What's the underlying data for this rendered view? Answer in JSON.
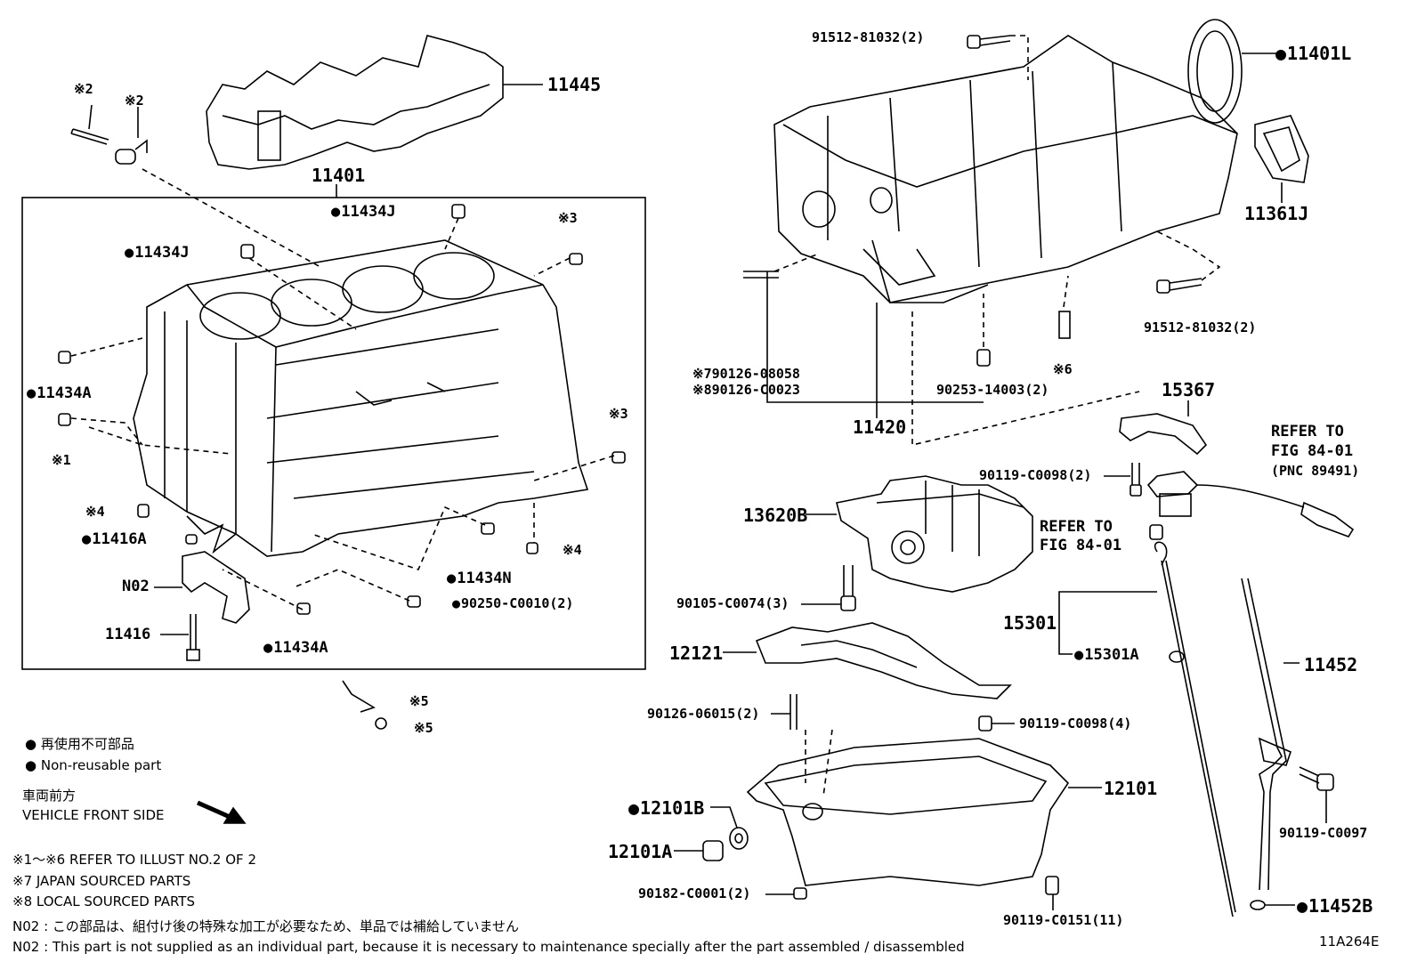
{
  "parts": {
    "p11445": "11445",
    "p11401": "11401",
    "p11434J_top": "11434J",
    "p11434J_left": "11434J",
    "p11434A_left": "11434A",
    "p11434A_bottom": "11434A",
    "p11434N": "11434N",
    "p11416A": "11416A",
    "p11416": "11416",
    "pN02": "N02",
    "p90250": "90250-C0010(2)",
    "p91512_top": "91512-81032(2)",
    "p91512_right": "91512-81032(2)",
    "p11401L": "11401L",
    "p11361J": "11361J",
    "p90126_08058": "90126-08058",
    "p90126_C0023": "90126-C0023",
    "p90253": "90253-14003(2)",
    "p11420": "11420",
    "p15367": "15367",
    "p90119_C0098_2": "90119-C0098(2)",
    "p13620B": "13620B",
    "p90105": "90105-C0074(3)",
    "p15301": "15301",
    "p15301A": "15301A",
    "p12121": "12121",
    "p11452": "11452",
    "p90126_06015": "90126-06015(2)",
    "p90119_C0098_4": "90119-C0098(4)",
    "p12101": "12101",
    "p12101B": "12101B",
    "p12101A": "12101A",
    "p90182": "90182-C0001(2)",
    "p90119_C0151": "90119-C0151(11)",
    "p90119_C0097": "90119-C0097",
    "p11452B": "11452B"
  },
  "marks": {
    "m2a": "※2",
    "m2b": "※2",
    "m3a": "※3",
    "m3b": "※3",
    "m1": "※1",
    "m4a": "※4",
    "m4b": "※4",
    "m5a": "※5",
    "m5b": "※5",
    "m6": "※6",
    "m7": "※7",
    "m8": "※8"
  },
  "refer": {
    "r1_line1": "REFER TO",
    "r1_line2": "FIG 84-01",
    "r1_line3": "(PNC 89491)",
    "r2_line1": "REFER TO",
    "r2_line2": "FIG 84-01"
  },
  "legend": {
    "jp_nonreusable": "再使用不可部品",
    "en_nonreusable": "Non-reusable part",
    "jp_front": "車両前方",
    "en_front": "VEHICLE FRONT SIDE",
    "note1": "※1～※6  REFER TO ILLUST NO.2 OF 2",
    "note7": "※7  JAPAN SOURCED PARTS",
    "note8": "※8  LOCAL SOURCED PARTS",
    "n02_jp": "N02 : この部品は、組付け後の特殊な加工が必要なため、単品では補給していません",
    "n02_en": "N02 : This part is not supplied as an individual part, because it is necessary to maintenance specially after the part assembled / disassembled"
  },
  "figure_id": "11A264E"
}
